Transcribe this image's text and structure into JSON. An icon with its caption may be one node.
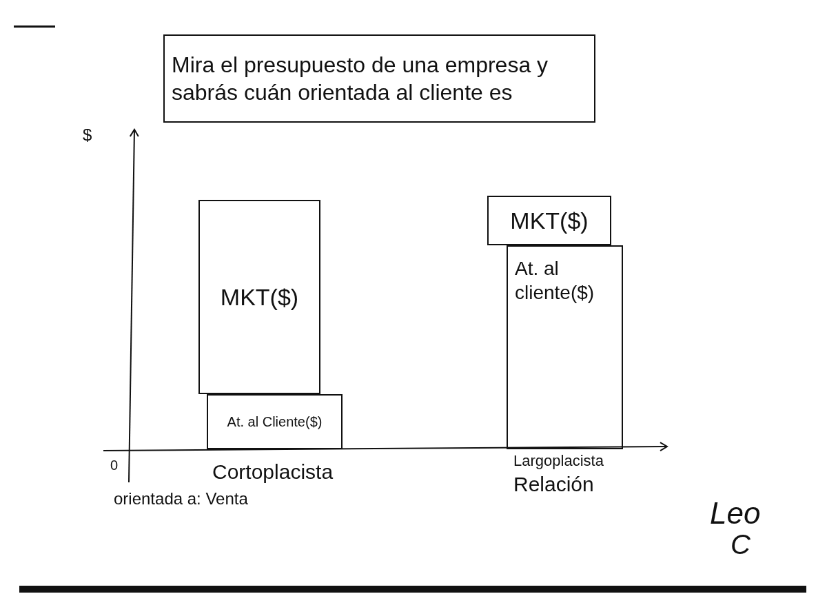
{
  "diagram": {
    "nodes": [
      {
        "text": [
          "Mira el presupuesto de una empresa y sabrás cuán orientada al cliente es"
        ]
      },
      {
        "text": [
          "MKT($)"
        ]
      },
      {
        "text": [
          "At. al Cliente($)"
        ]
      },
      {
        "text": [
          "MKT($)"
        ]
      },
      {
        "text": [
          "At. al cliente($)"
        ]
      }
    ],
    "labels": [
      "$",
      "0",
      "Cortoplacista",
      "orientada a: Venta",
      "Largoplacista",
      "Relación",
      "Leo",
      "C"
    ]
  }
}
